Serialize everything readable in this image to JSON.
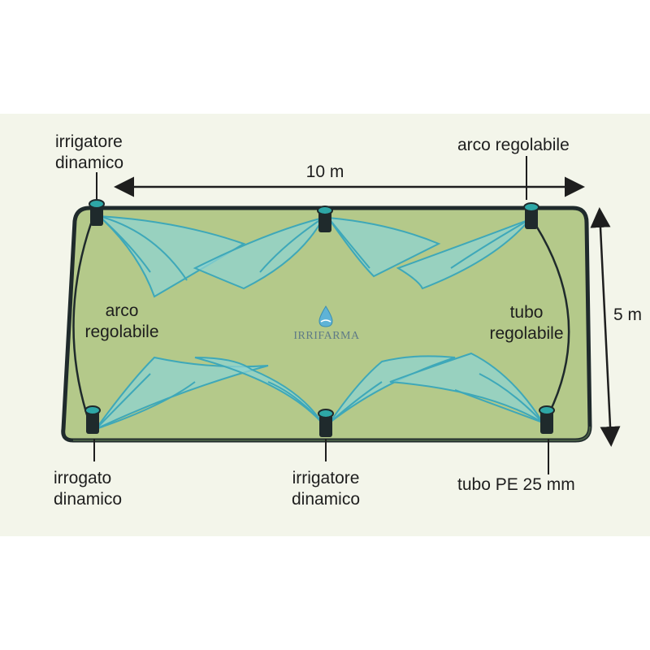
{
  "dimensions": {
    "width_label": "10 m",
    "height_label": "5 m"
  },
  "labels": {
    "top_left": [
      "irrigatore",
      "dinamico"
    ],
    "top_right": "arco regolabile",
    "left_middle": [
      "arco",
      "regolabile"
    ],
    "right_middle": [
      "tubo",
      "regolabile"
    ],
    "bottom_left": [
      "irrogato",
      "dinamico"
    ],
    "bottom_center": [
      "irrigatore",
      "dinamico"
    ],
    "bottom_right": "tubo PE 25 mm"
  },
  "logo": {
    "text": "IRRIFARMA",
    "icon": "water-drop-icon"
  },
  "colors": {
    "lawn": "#b4c98a",
    "spray": "#8fd3d0",
    "spray_line": "#3ea8b9",
    "pipe": "#1f2a2c",
    "sprinkler_top": "#2ea7a6"
  }
}
